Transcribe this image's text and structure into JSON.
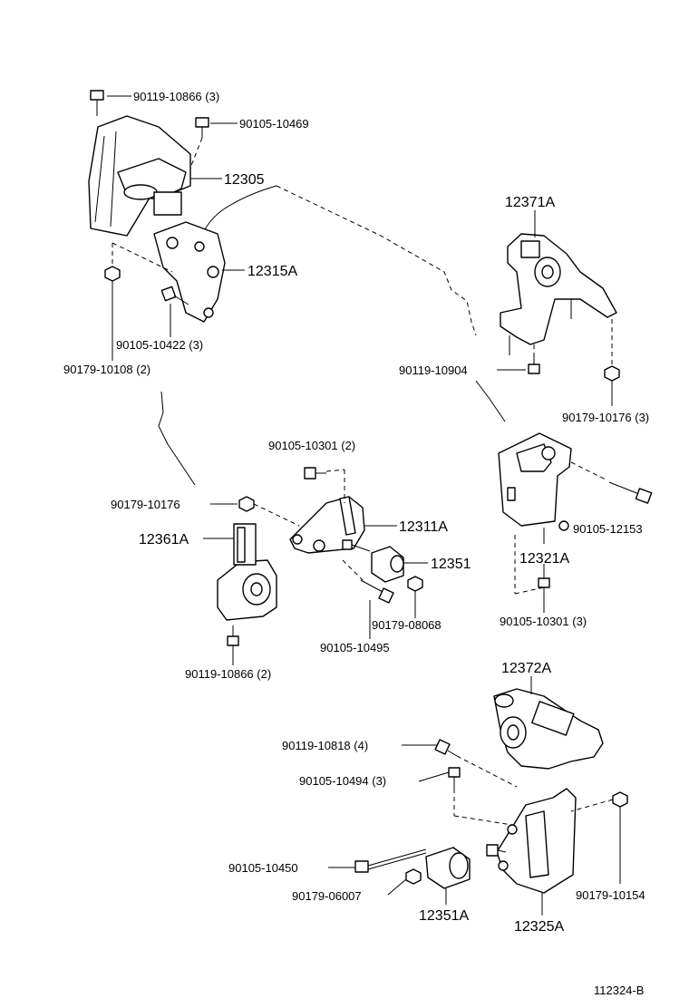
{
  "labels": {
    "p_90119_10866_3": "90119-10866 (3)",
    "p_90105_10469": "90105-10469",
    "p_12305": "12305",
    "p_12315A": "12315A",
    "p_90105_10422_3": "90105-10422 (3)",
    "p_90179_10108_2": "90179-10108 (2)",
    "p_12371A": "12371A",
    "p_90119_10904": "90119-10904",
    "p_90179_10176_3": "90179-10176 (3)",
    "p_90105_10301_2": "90105-10301 (2)",
    "p_90179_10176": "90179-10176",
    "p_12361A": "12361A",
    "p_12311A": "12311A",
    "p_12351": "12351",
    "p_90179_08068": "90179-08068",
    "p_90105_10495": "90105-10495",
    "p_90119_10866_2": "90119-10866 (2)",
    "p_90105_12153": "90105-12153",
    "p_12321A": "12321A",
    "p_90105_10301_3": "90105-10301 (3)",
    "p_12372A": "12372A",
    "p_90119_10818_4": "90119-10818 (4)",
    "p_90105_10494_3": "90105-10494 (3)",
    "p_90105_10450": "90105-10450",
    "p_90179_06007": "90179-06007",
    "p_12351A": "12351A",
    "p_12325A": "12325A",
    "p_90179_10154": "90179-10154",
    "figure_code": "112324-B"
  },
  "icons": [
    "bolt-icon",
    "nut-icon",
    "engine-mount-icon",
    "bracket-icon",
    "bushing-icon"
  ]
}
